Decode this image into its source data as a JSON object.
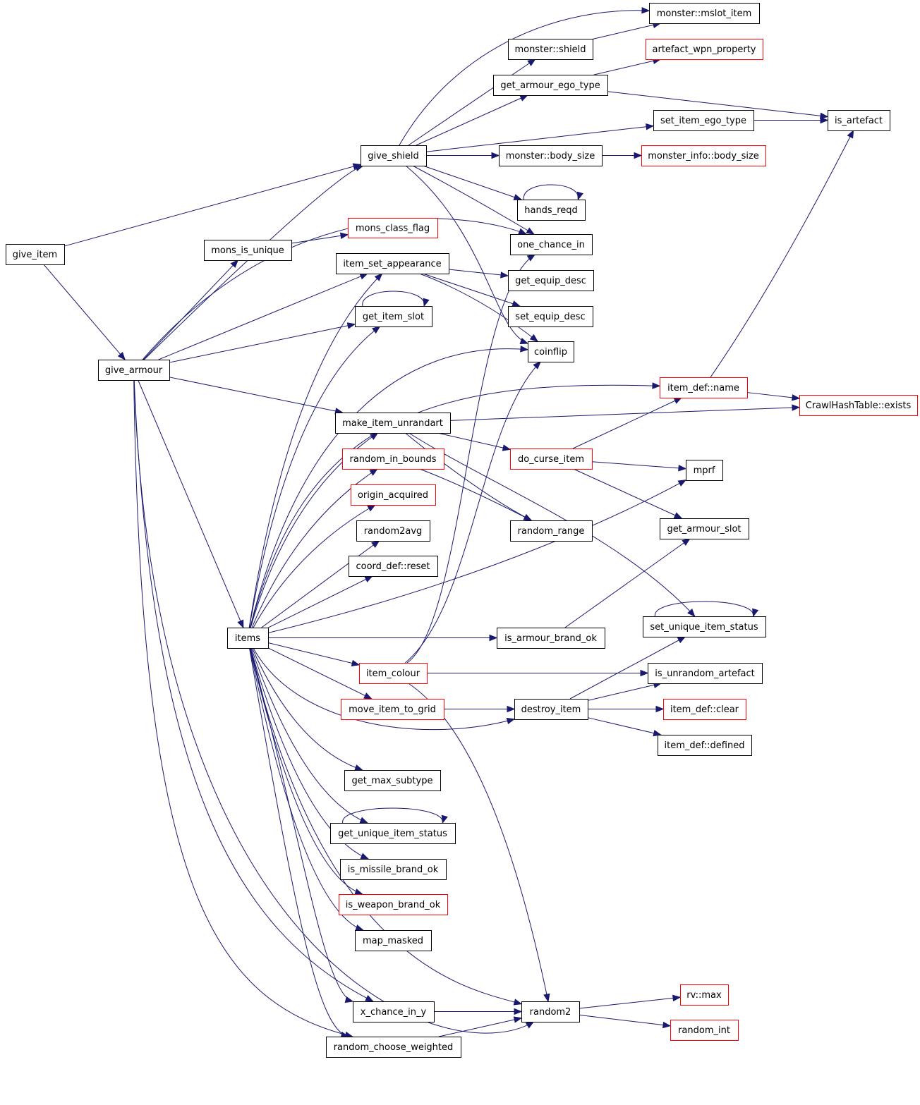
{
  "colors": {
    "edge": "#191970",
    "border_default": "#000000",
    "border_undocumented": "#ff0000",
    "root_fill": "#bfbfbf",
    "background": "#ffffff"
  },
  "nodes": [
    {
      "id": "give_item",
      "label": "give_item",
      "style": "root"
    },
    {
      "id": "give_armour",
      "label": "give_armour",
      "style": "normal"
    },
    {
      "id": "give_shield",
      "label": "give_shield",
      "style": "normal"
    },
    {
      "id": "mons_is_unique",
      "label": "mons_is_unique",
      "style": "normal"
    },
    {
      "id": "mons_class_flag",
      "label": "mons_class_flag",
      "style": "red"
    },
    {
      "id": "items",
      "label": "items",
      "style": "normal"
    },
    {
      "id": "monster_mslot_item",
      "label": "monster::mslot_item",
      "style": "normal"
    },
    {
      "id": "monster_shield",
      "label": "monster::shield",
      "style": "normal"
    },
    {
      "id": "artefact_wpn_property",
      "label": "artefact_wpn_property",
      "style": "red"
    },
    {
      "id": "get_armour_ego_type",
      "label": "get_armour_ego_type",
      "style": "normal"
    },
    {
      "id": "is_artefact",
      "label": "is_artefact",
      "style": "normal"
    },
    {
      "id": "set_item_ego_type",
      "label": "set_item_ego_type",
      "style": "normal"
    },
    {
      "id": "monster_body_size",
      "label": "monster::body_size",
      "style": "normal"
    },
    {
      "id": "monster_info_body_size",
      "label": "monster_info::body_size",
      "style": "red"
    },
    {
      "id": "hands_reqd",
      "label": "hands_reqd",
      "style": "normal"
    },
    {
      "id": "one_chance_in",
      "label": "one_chance_in",
      "style": "normal"
    },
    {
      "id": "item_set_appearance",
      "label": "item_set_appearance",
      "style": "normal"
    },
    {
      "id": "get_equip_desc",
      "label": "get_equip_desc",
      "style": "normal"
    },
    {
      "id": "set_equip_desc",
      "label": "set_equip_desc",
      "style": "normal"
    },
    {
      "id": "get_item_slot",
      "label": "get_item_slot",
      "style": "normal"
    },
    {
      "id": "coinflip",
      "label": "coinflip",
      "style": "normal"
    },
    {
      "id": "item_def_name",
      "label": "item_def::name",
      "style": "red"
    },
    {
      "id": "crawlhashtable_exists",
      "label": "CrawlHashTable::exists",
      "style": "red"
    },
    {
      "id": "make_item_unrandart",
      "label": "make_item_unrandart",
      "style": "normal"
    },
    {
      "id": "do_curse_item",
      "label": "do_curse_item",
      "style": "red"
    },
    {
      "id": "random_in_bounds",
      "label": "random_in_bounds",
      "style": "red"
    },
    {
      "id": "mprf",
      "label": "mprf",
      "style": "normal"
    },
    {
      "id": "origin_acquired",
      "label": "origin_acquired",
      "style": "red"
    },
    {
      "id": "get_armour_slot",
      "label": "get_armour_slot",
      "style": "normal"
    },
    {
      "id": "random_range",
      "label": "random_range",
      "style": "normal"
    },
    {
      "id": "random2avg",
      "label": "random2avg",
      "style": "normal"
    },
    {
      "id": "coord_def_reset",
      "label": "coord_def::reset",
      "style": "normal"
    },
    {
      "id": "set_unique_item_status",
      "label": "set_unique_item_status",
      "style": "normal"
    },
    {
      "id": "is_armour_brand_ok",
      "label": "is_armour_brand_ok",
      "style": "normal"
    },
    {
      "id": "item_colour",
      "label": "item_colour",
      "style": "red"
    },
    {
      "id": "is_unrandom_artefact",
      "label": "is_unrandom_artefact",
      "style": "normal"
    },
    {
      "id": "move_item_to_grid",
      "label": "move_item_to_grid",
      "style": "red"
    },
    {
      "id": "destroy_item",
      "label": "destroy_item",
      "style": "normal"
    },
    {
      "id": "item_def_clear",
      "label": "item_def::clear",
      "style": "red"
    },
    {
      "id": "item_def_defined",
      "label": "item_def::defined",
      "style": "normal"
    },
    {
      "id": "get_max_subtype",
      "label": "get_max_subtype",
      "style": "normal"
    },
    {
      "id": "get_unique_item_status",
      "label": "get_unique_item_status",
      "style": "normal"
    },
    {
      "id": "is_missile_brand_ok",
      "label": "is_missile_brand_ok",
      "style": "normal"
    },
    {
      "id": "is_weapon_brand_ok",
      "label": "is_weapon_brand_ok",
      "style": "red"
    },
    {
      "id": "map_masked",
      "label": "map_masked",
      "style": "normal"
    },
    {
      "id": "rv_max",
      "label": "rv::max",
      "style": "red"
    },
    {
      "id": "x_chance_in_y",
      "label": "x_chance_in_y",
      "style": "normal"
    },
    {
      "id": "random2",
      "label": "random2",
      "style": "normal"
    },
    {
      "id": "random_int",
      "label": "random_int",
      "style": "red"
    },
    {
      "id": "random_choose_weighted",
      "label": "random_choose_weighted",
      "style": "normal"
    }
  ],
  "edges": [
    [
      "give_item",
      "give_shield"
    ],
    [
      "give_item",
      "give_armour"
    ],
    [
      "give_shield",
      "monster_mslot_item"
    ],
    [
      "give_shield",
      "monster_shield"
    ],
    [
      "give_shield",
      "get_armour_ego_type"
    ],
    [
      "give_shield",
      "set_item_ego_type"
    ],
    [
      "give_shield",
      "monster_body_size"
    ],
    [
      "give_shield",
      "hands_reqd"
    ],
    [
      "give_shield",
      "one_chance_in"
    ],
    [
      "give_shield",
      "coinflip"
    ],
    [
      "monster_shield",
      "monster_mslot_item"
    ],
    [
      "get_armour_ego_type",
      "artefact_wpn_property"
    ],
    [
      "get_armour_ego_type",
      "is_artefact"
    ],
    [
      "set_item_ego_type",
      "is_artefact"
    ],
    [
      "monster_body_size",
      "monster_info_body_size"
    ],
    [
      "hands_reqd",
      "hands_reqd"
    ],
    [
      "give_armour",
      "give_shield"
    ],
    [
      "give_armour",
      "one_chance_in"
    ],
    [
      "give_armour",
      "mons_is_unique"
    ],
    [
      "give_armour",
      "item_set_appearance"
    ],
    [
      "give_armour",
      "get_item_slot"
    ],
    [
      "give_armour",
      "make_item_unrandart"
    ],
    [
      "give_armour",
      "items"
    ],
    [
      "give_armour",
      "x_chance_in_y"
    ],
    [
      "give_armour",
      "random_choose_weighted"
    ],
    [
      "give_armour",
      "random2"
    ],
    [
      "mons_is_unique",
      "mons_class_flag"
    ],
    [
      "item_set_appearance",
      "get_equip_desc"
    ],
    [
      "item_set_appearance",
      "set_equip_desc"
    ],
    [
      "item_set_appearance",
      "coinflip"
    ],
    [
      "get_item_slot",
      "get_item_slot"
    ],
    [
      "make_item_unrandart",
      "crawlhashtable_exists"
    ],
    [
      "make_item_unrandart",
      "do_curse_item"
    ],
    [
      "make_item_unrandart",
      "random_range"
    ],
    [
      "make_item_unrandart",
      "set_unique_item_status"
    ],
    [
      "item_def_name",
      "is_artefact"
    ],
    [
      "item_def_name",
      "crawlhashtable_exists"
    ],
    [
      "do_curse_item",
      "item_def_name"
    ],
    [
      "do_curse_item",
      "mprf"
    ],
    [
      "do_curse_item",
      "get_armour_slot"
    ],
    [
      "random_in_bounds",
      "random_range"
    ],
    [
      "items",
      "item_set_appearance"
    ],
    [
      "items",
      "get_item_slot"
    ],
    [
      "items",
      "coinflip"
    ],
    [
      "items",
      "item_def_name"
    ],
    [
      "items",
      "make_item_unrandart"
    ],
    [
      "items",
      "random_in_bounds"
    ],
    [
      "items",
      "origin_acquired"
    ],
    [
      "items",
      "random2avg"
    ],
    [
      "items",
      "coord_def_reset"
    ],
    [
      "items",
      "mprf"
    ],
    [
      "items",
      "is_armour_brand_ok"
    ],
    [
      "items",
      "item_colour"
    ],
    [
      "items",
      "move_item_to_grid"
    ],
    [
      "items",
      "destroy_item"
    ],
    [
      "items",
      "get_max_subtype"
    ],
    [
      "items",
      "get_unique_item_status"
    ],
    [
      "items",
      "is_missile_brand_ok"
    ],
    [
      "items",
      "is_weapon_brand_ok"
    ],
    [
      "items",
      "map_masked"
    ],
    [
      "items",
      "x_chance_in_y"
    ],
    [
      "items",
      "random_choose_weighted"
    ],
    [
      "items",
      "random2"
    ],
    [
      "is_armour_brand_ok",
      "get_armour_slot"
    ],
    [
      "item_colour",
      "one_chance_in"
    ],
    [
      "item_colour",
      "coinflip"
    ],
    [
      "item_colour",
      "is_unrandom_artefact"
    ],
    [
      "item_colour",
      "random2"
    ],
    [
      "move_item_to_grid",
      "destroy_item"
    ],
    [
      "destroy_item",
      "set_unique_item_status"
    ],
    [
      "destroy_item",
      "is_unrandom_artefact"
    ],
    [
      "destroy_item",
      "item_def_clear"
    ],
    [
      "destroy_item",
      "item_def_defined"
    ],
    [
      "set_unique_item_status",
      "set_unique_item_status"
    ],
    [
      "get_unique_item_status",
      "get_unique_item_status"
    ],
    [
      "x_chance_in_y",
      "random2"
    ],
    [
      "random_choose_weighted",
      "random2"
    ],
    [
      "random2",
      "rv_max"
    ],
    [
      "random2",
      "random_int"
    ]
  ]
}
